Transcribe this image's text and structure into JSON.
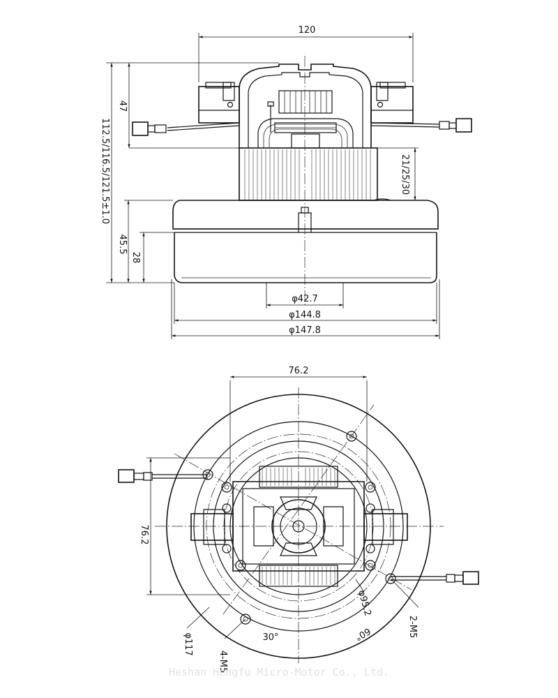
{
  "side_view": {
    "dims": {
      "width_top": "120",
      "height_head": "47",
      "height_total": "112.5/116.5/121.5±1.0",
      "stack": "21/25/30",
      "fan_height": "45.5",
      "fan_lower": "28",
      "d_outlet": "φ42.7",
      "d_fan": "φ144.8",
      "d_outer": "φ147.8"
    }
  },
  "top_view": {
    "dims": {
      "width": "76.2",
      "height": "76.2",
      "pcd_small": "φ95.2",
      "pcd_large": "φ117",
      "holes_2": "2-M5",
      "holes_4": "4-M5",
      "angle_30": "30°",
      "angle_60": "60°"
    }
  },
  "watermark": "Heshan Hengfu Micro-Motor Co., Ltd."
}
